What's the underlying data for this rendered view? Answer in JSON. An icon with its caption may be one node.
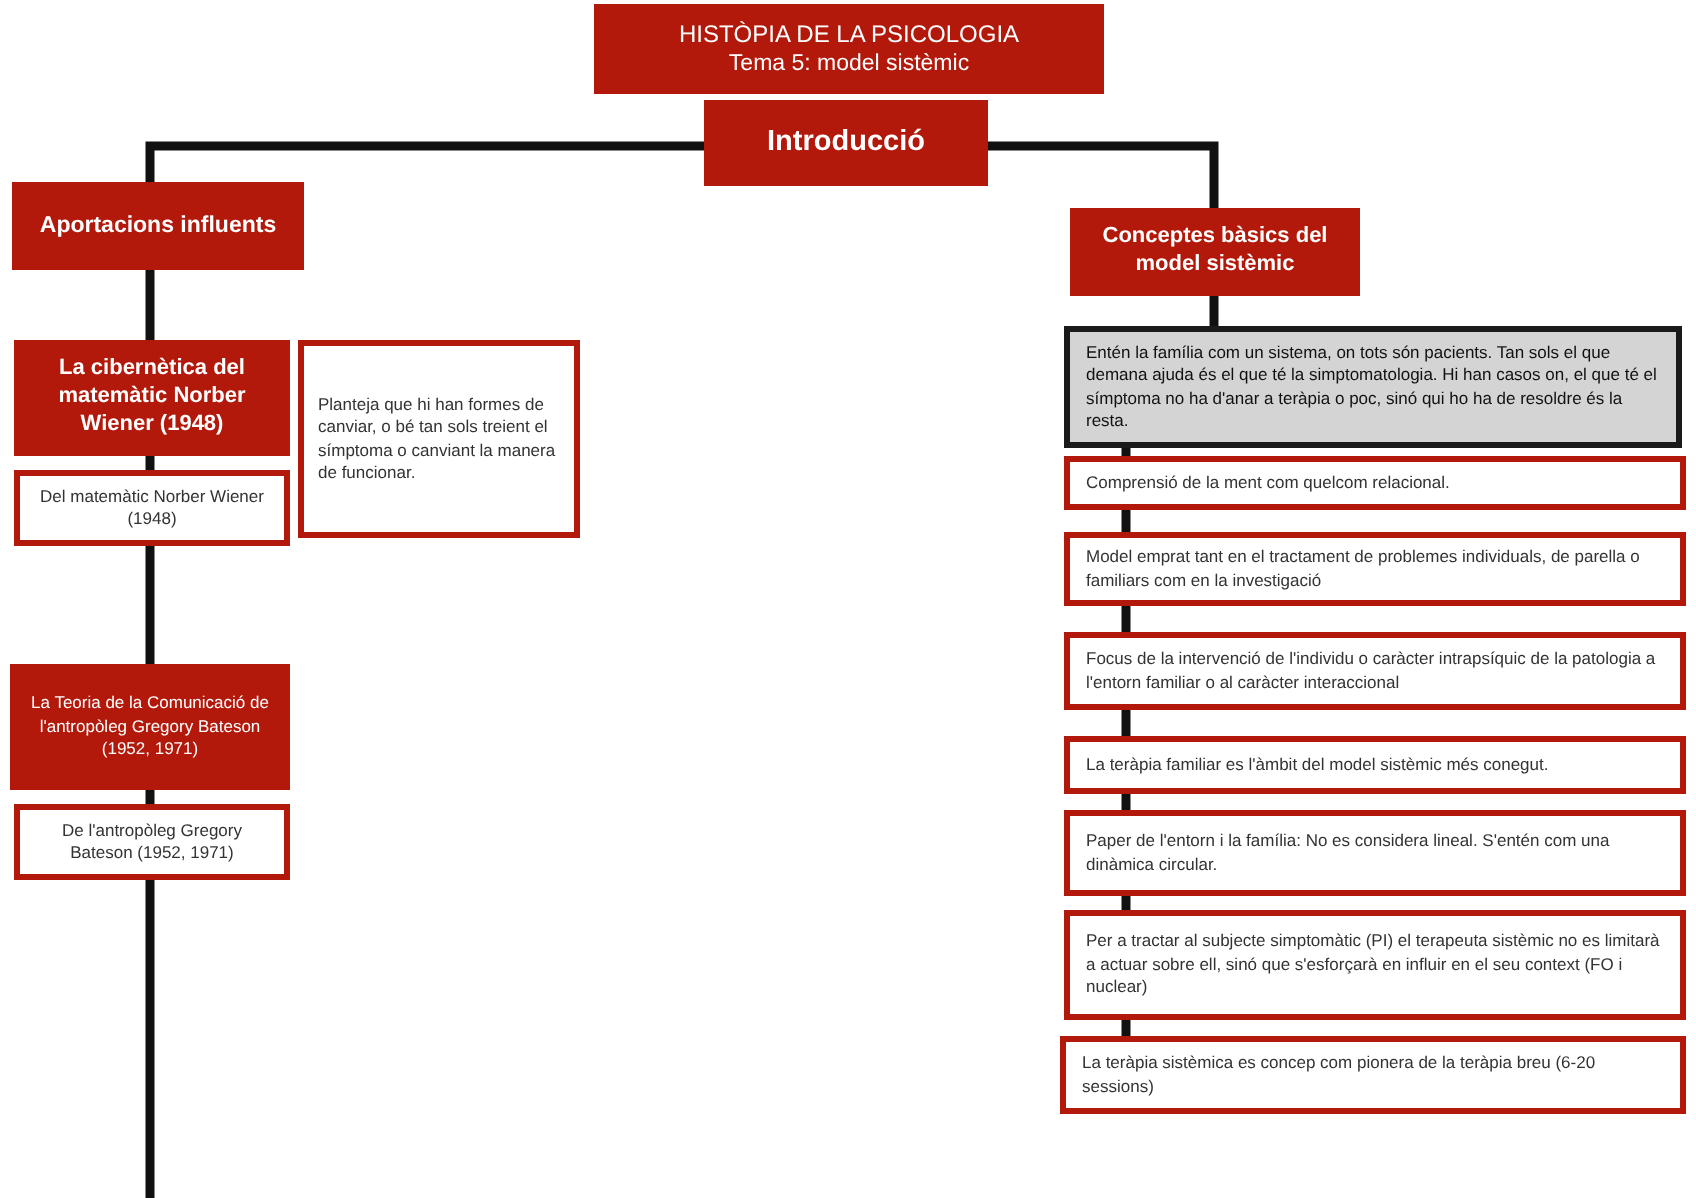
{
  "diagram": {
    "nodes": [
      {
        "text": [
          "HISTÒPIA DE LA PSICOLOGIA",
          "Tema 5: model sistèmic"
        ]
      },
      {
        "text": [
          "Introducció"
        ]
      },
      {
        "text": [
          "Aportacions influents"
        ]
      },
      {
        "text": [
          "La cibernètica del matemàtic Norber Wiener (1948)"
        ]
      },
      {
        "text": [
          "Del matemàtic Norber Wiener (1948)"
        ]
      },
      {
        "text": [
          "Planteja que hi han formes de canviar, o bé tan sols treient el símptoma o canviant la manera de funcionar."
        ]
      },
      {
        "text": [
          "La Teoria de la Comunicació de l'antropòleg Gregory Bateson (1952, 1971)"
        ]
      },
      {
        "text": [
          "De l'antropòleg Gregory Bateson (1952, 1971)"
        ]
      },
      {
        "text": [
          "Conceptes bàsics del model sistèmic"
        ]
      },
      {
        "text": [
          "Entén la família com un sistema, on tots són pacients. Tan sols el que demana ajuda és el que té la simptomatologia. Hi han casos on, el que té el símptoma no ha d'anar a teràpia o poc, sinó qui ho ha de resoldre és la resta."
        ]
      },
      {
        "text": [
          "Comprensió de la ment com quelcom relacional."
        ]
      },
      {
        "text": [
          "Model emprat tant en el tractament de problemes individuals, de parella o familiars com en la investigació"
        ]
      },
      {
        "text": [
          "Focus de la intervenció de l'individu o caràcter intrapsíquic de la patologia a l'entorn familiar o al caràcter interaccional"
        ]
      },
      {
        "text": [
          "La teràpia familiar es l'àmbit del model sistèmic més conegut."
        ]
      },
      {
        "text": [
          "Paper de l'entorn i la família: No es considera lineal. S'entén com una dinàmica circular."
        ]
      },
      {
        "text": [
          "Per a tractar al subjecte simptomàtic (PI) el terapeuta sistèmic no es limitarà a actuar sobre ell, sinó que s'esforçarà en influir en el seu context (FO i nuclear)"
        ]
      },
      {
        "text": [
          "La teràpia sistèmica es concep com pionera de la teràpia breu (6-20 sessions)"
        ]
      }
    ],
    "edges": [
      {
        "from": 1,
        "to": 2,
        "arrow": "none"
      },
      {
        "from": 1,
        "to": 8,
        "arrow": "none"
      },
      {
        "from": 2,
        "to": 3,
        "arrow": "none"
      },
      {
        "from": 3,
        "to": 4,
        "arrow": "none"
      },
      {
        "from": 4,
        "to": 6,
        "arrow": "none"
      },
      {
        "from": 6,
        "to": 7,
        "arrow": "none"
      },
      {
        "from": 7,
        "to": null,
        "arrow": "none"
      },
      {
        "from": 8,
        "to": 9,
        "arrow": "none"
      },
      {
        "from": 9,
        "to": 10,
        "arrow": "none"
      },
      {
        "from": 10,
        "to": 11,
        "arrow": "none"
      },
      {
        "from": 11,
        "to": 12,
        "arrow": "none"
      },
      {
        "from": 12,
        "to": 13,
        "arrow": "none"
      },
      {
        "from": 13,
        "to": 14,
        "arrow": "none"
      },
      {
        "from": 14,
        "to": 15,
        "arrow": "none"
      },
      {
        "from": 15,
        "to": 16,
        "arrow": "none"
      }
    ]
  }
}
